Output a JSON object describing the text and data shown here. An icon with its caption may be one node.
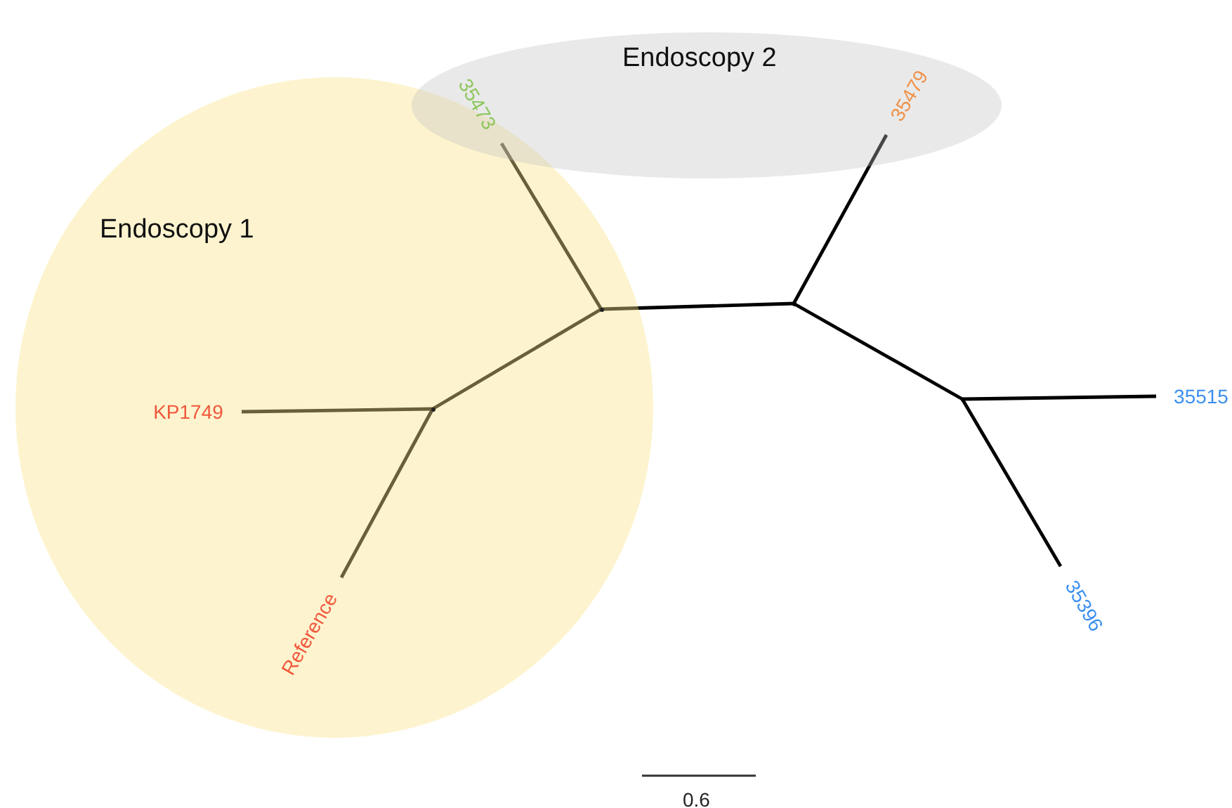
{
  "diagram": {
    "nodes": [
      {
        "text": [
          "Endoscopy 1"
        ]
      },
      {
        "text": [
          "KP1749"
        ],
        "in": 0
      },
      {
        "text": [
          "Reference"
        ],
        "in": 0
      },
      {
        "text": [],
        "shape": "point",
        "in": 0
      },
      {
        "text": [],
        "shape": "point",
        "in": 0
      },
      {
        "text": [
          "Endoscopy 2"
        ]
      },
      {
        "text": [
          "35479"
        ],
        "in": 5
      },
      {
        "text": [
          "35473"
        ]
      },
      {
        "text": [],
        "shape": "point"
      },
      {
        "text": [],
        "shape": "point"
      },
      {
        "text": [
          "35515"
        ]
      },
      {
        "text": [
          "35396"
        ]
      }
    ],
    "edges": [
      {
        "from": 3,
        "to": 7,
        "arrow": "none"
      },
      {
        "from": 3,
        "to": 4,
        "arrow": "none"
      },
      {
        "from": 4,
        "to": 1,
        "arrow": "none"
      },
      {
        "from": 4,
        "to": 2,
        "arrow": "none"
      },
      {
        "from": 3,
        "to": 8,
        "arrow": "none"
      },
      {
        "from": 8,
        "to": 6,
        "arrow": "none"
      },
      {
        "from": 8,
        "to": 9,
        "arrow": "none"
      },
      {
        "from": 9,
        "to": 10,
        "arrow": "none"
      },
      {
        "from": 9,
        "to": 11,
        "arrow": "none"
      }
    ],
    "labels": [
      "0.6"
    ]
  }
}
